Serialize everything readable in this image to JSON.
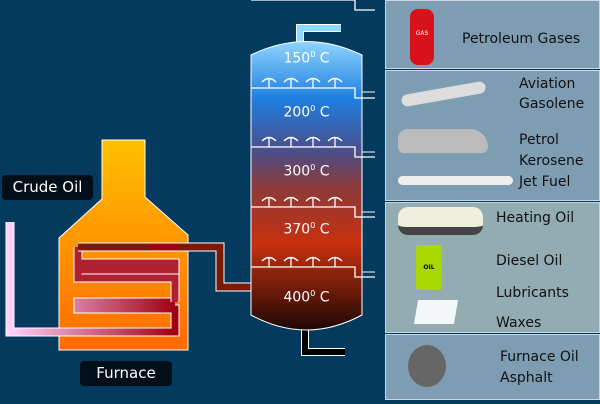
{
  "labels": {
    "crude_oil": "Crude Oil",
    "furnace": "Furnace"
  },
  "column": {
    "temperatures": [
      {
        "value": "150",
        "unit": "0",
        "suffix": " C"
      },
      {
        "value": "200",
        "unit": "0",
        "suffix": " C"
      },
      {
        "value": "300",
        "unit": "0",
        "suffix": " C"
      },
      {
        "value": "370",
        "unit": "0",
        "suffix": " C"
      },
      {
        "value": "400",
        "unit": "0",
        "suffix": " C"
      }
    ]
  },
  "products": {
    "p1": [
      "Petroleum Gases"
    ],
    "p2": [
      "Aviation",
      "Gasolene",
      "Petrol",
      "Kerosene",
      "Jet Fuel"
    ],
    "p3": [
      "Heating Oil",
      "Diesel Oil",
      "Lubricants",
      "Waxes"
    ],
    "p4": [
      "Furnace Oil",
      "Asphalt"
    ],
    "cylinder_text": "GAS",
    "barrel_text": "OIL"
  },
  "colors": {
    "background": "#033a5e",
    "furnace": "#ff9800",
    "column_top": "#3aa0f0",
    "column_bottom": "#2a0a05"
  }
}
